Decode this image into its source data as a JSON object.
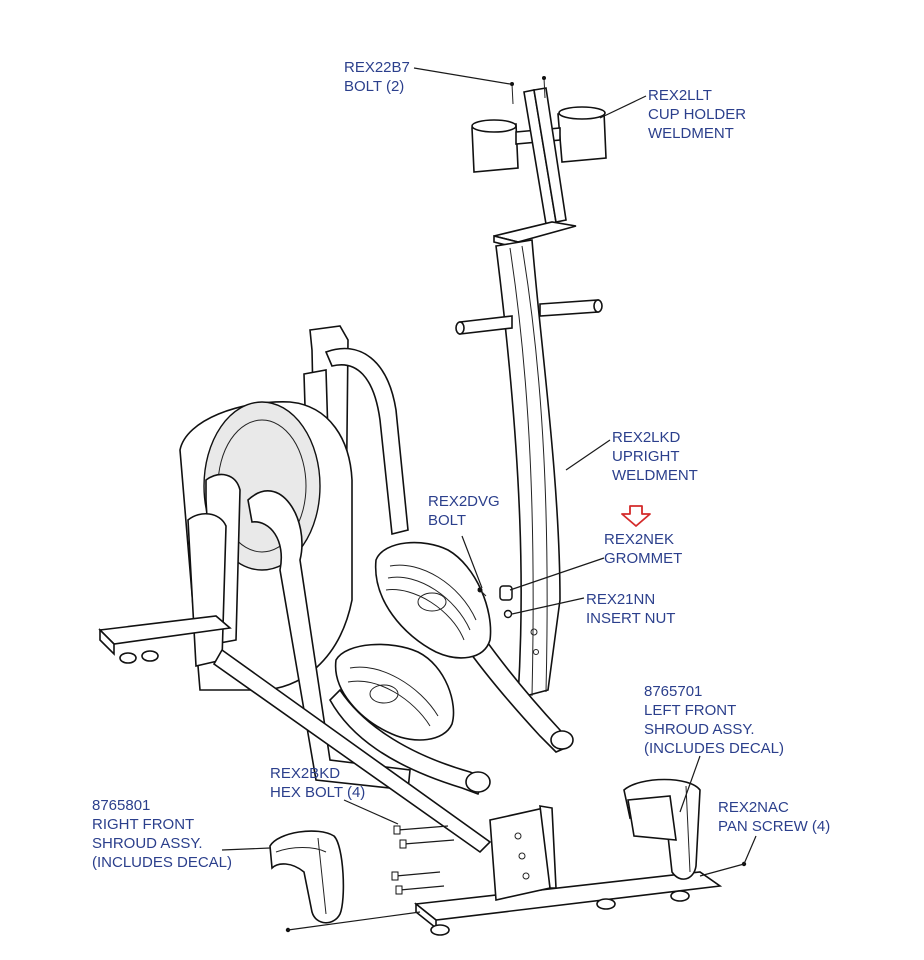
{
  "diagram": {
    "callouts": [
      {
        "id": "rex22b7",
        "part": "REX22B7",
        "desc": "BOLT (2)"
      },
      {
        "id": "rex2llt",
        "part": "REX2LLT",
        "desc1": "CUP HOLDER",
        "desc2": "WELDMENT"
      },
      {
        "id": "rex2lkd",
        "part": "REX2LKD",
        "desc1": "UPRIGHT",
        "desc2": "WELDMENT"
      },
      {
        "id": "rex2dvg",
        "part": "REX2DVG",
        "desc": "BOLT"
      },
      {
        "id": "rex2nek",
        "part": "REX2NEK",
        "desc": "GROMMET"
      },
      {
        "id": "rex21nn",
        "part": "REX21NN",
        "desc": "INSERT NUT"
      },
      {
        "id": "p8765701",
        "part": "8765701",
        "desc1": "LEFT FRONT",
        "desc2": "SHROUD ASSY.",
        "desc3": "(INCLUDES DECAL)"
      },
      {
        "id": "rex2bkd",
        "part": "REX2BKD",
        "desc": "HEX BOLT (4)"
      },
      {
        "id": "p8765801",
        "part": "8765801",
        "desc1": "RIGHT FRONT",
        "desc2": "SHROUD ASSY.",
        "desc3": "(INCLUDES DECAL)"
      },
      {
        "id": "rex2nac",
        "part": "REX2NAC",
        "desc": "PAN SCREW (4)"
      }
    ],
    "highlight_color": "#d42a2a",
    "label_color": "#2b3f8c"
  }
}
